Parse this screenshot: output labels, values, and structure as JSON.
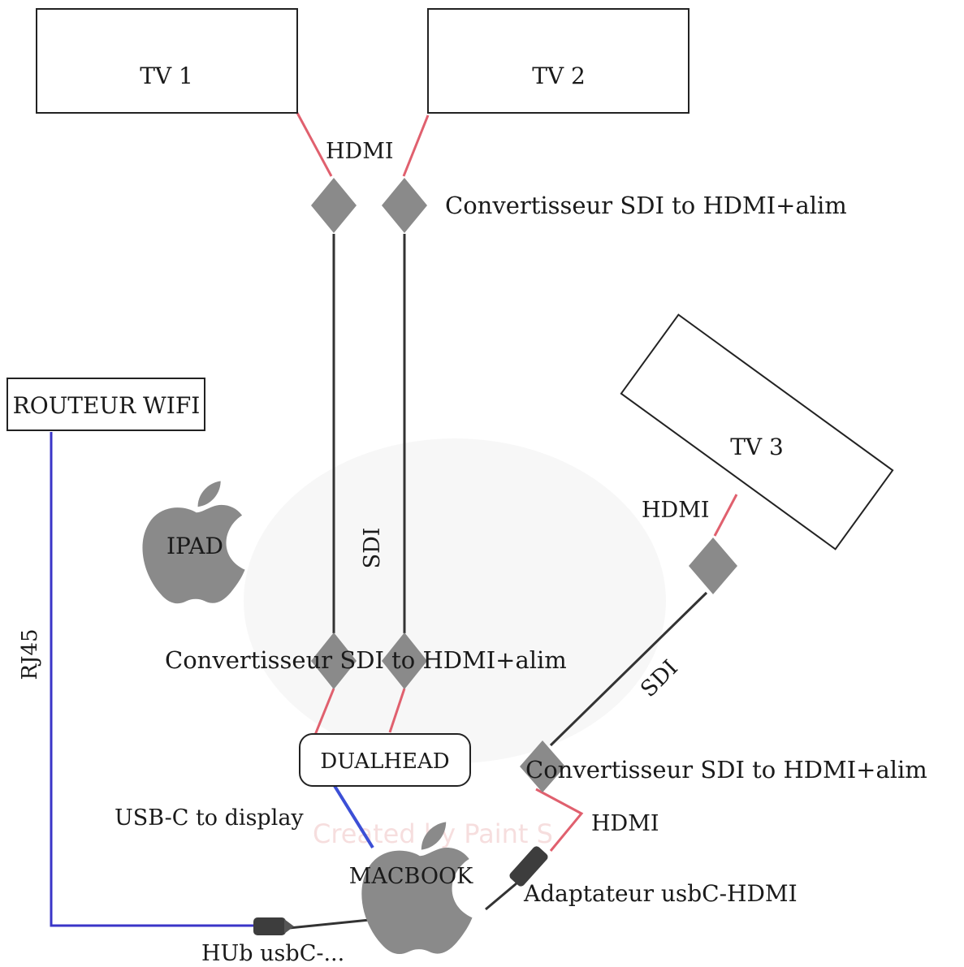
{
  "devices": {
    "tv1": "TV 1",
    "tv2": "TV 2",
    "tv3": "TV 3",
    "router": "ROUTEUR WIFI",
    "dualhead": "DUALHEAD",
    "ipad": "IPAD",
    "macbook": "MACBOOK"
  },
  "cables": {
    "hdmi_top": "HDMI",
    "hdmi_tv3": "HDMI",
    "hdmi_bottom": "HDMI",
    "sdi_vertical": "SDI",
    "sdi_diagonal": "SDI",
    "rj45": "RJ45",
    "usbc_display": "USB-C to display"
  },
  "components": {
    "converter_top": "Convertisseur SDI to HDMI+alim",
    "converter_middle": "Convertisseur SDI to HDMI+alim",
    "converter_right": "Convertisseur SDI to HDMI+alim",
    "adapter": "Adaptateur usbC-HDMI",
    "hub": "HUb usbC-..."
  },
  "watermark": "Created by Paint S",
  "colors": {
    "hdmi": "#e0606e",
    "sdi": "#333333",
    "usb": "#3c4fd6",
    "rj45": "#3a35c8",
    "device_fill": "#8a8a8a",
    "connector": "#3d3d3d"
  }
}
